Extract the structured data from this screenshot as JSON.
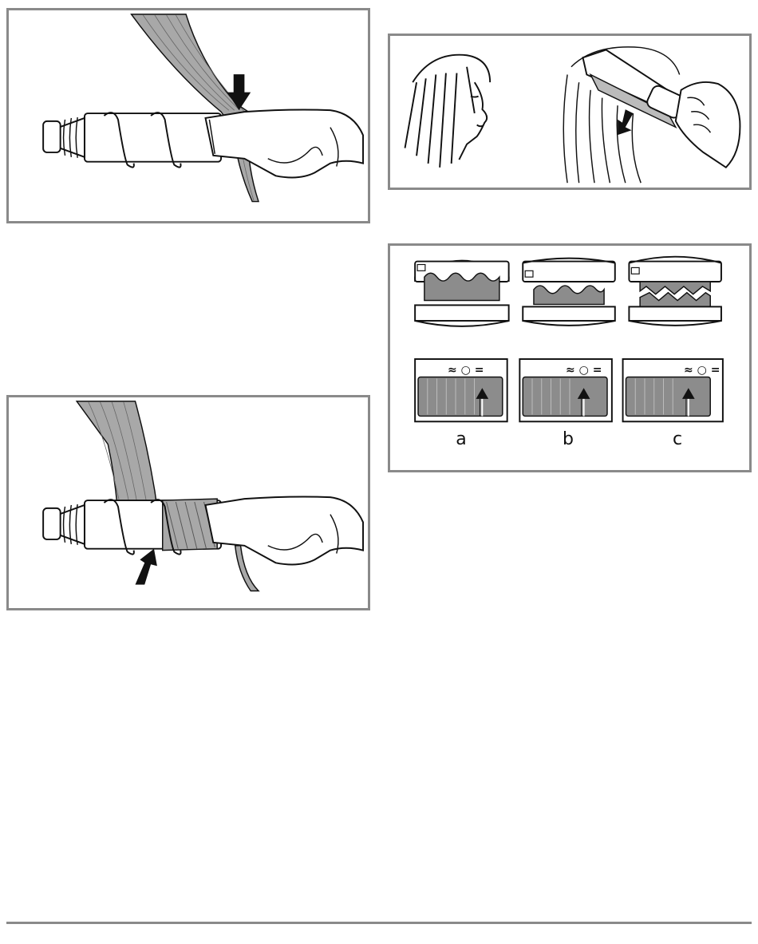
{
  "page": {
    "background": "#ffffff",
    "frame_color": "#8a8a8a"
  },
  "figures": {
    "fig1": {
      "icon": "spiral-curler-insert-hair-illustration"
    },
    "fig2": {
      "icon": "crimper-in-use-illustration"
    },
    "fig3": {
      "icon": "crimp-plate-settings-illustration",
      "options": [
        {
          "label": "a",
          "mode_symbols": "≈ ○ ="
        },
        {
          "label": "b",
          "mode_symbols": "≈ ○ ="
        },
        {
          "label": "c",
          "mode_symbols": "≈ ○ ="
        }
      ]
    },
    "fig4": {
      "icon": "spiral-curler-wound-hair-illustration"
    }
  },
  "colors": {
    "hair_gray": "#a8a8a8",
    "plate_gray": "#8c8c8c",
    "ink": "#111111"
  }
}
